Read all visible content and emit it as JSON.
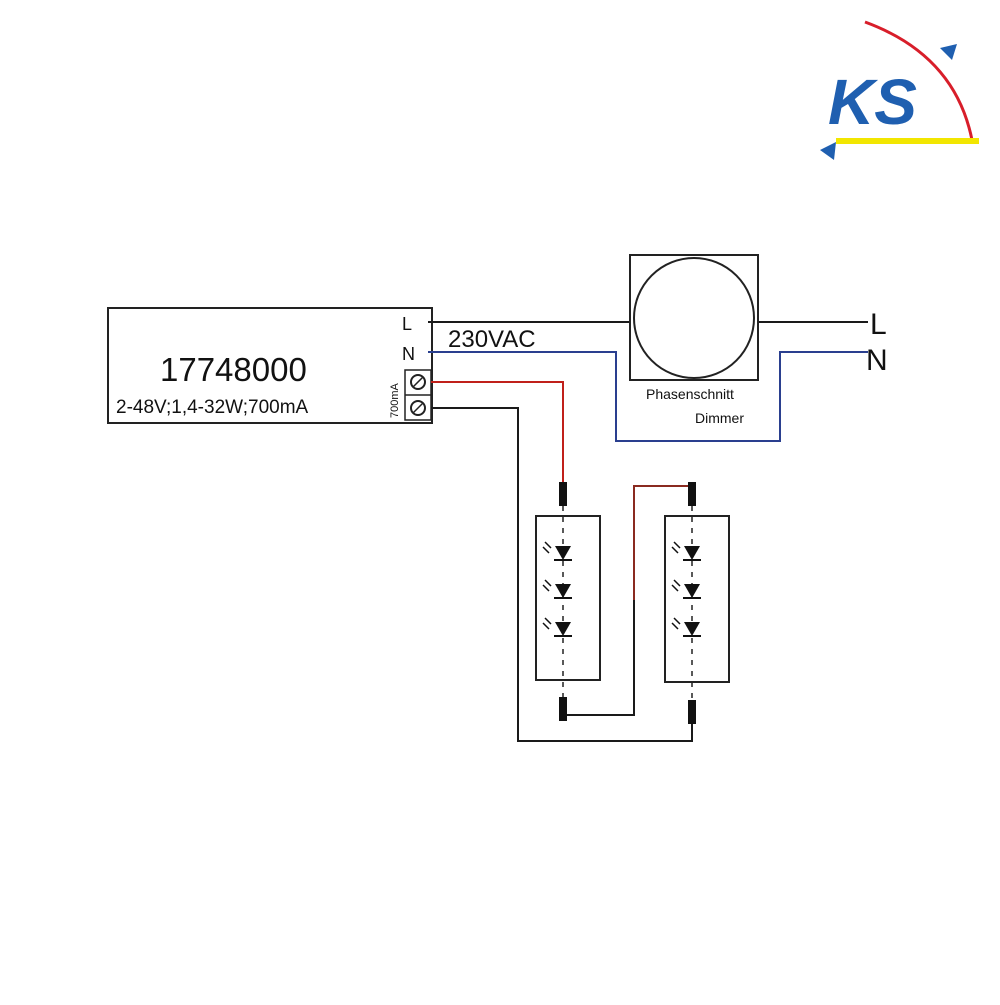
{
  "logo": {
    "text": "KS",
    "colors": {
      "blue": "#1f5fb0",
      "red": "#d81e2a",
      "yellow": "#f2e600"
    }
  },
  "driver": {
    "model": "17748000",
    "spec": "2-48V;1,4-32W;700mA",
    "terminal_l": "L",
    "terminal_n": "N",
    "output_label": "700mA"
  },
  "supply": {
    "voltage": "230VAC"
  },
  "dimmer": {
    "line1": "Phasenschnitt",
    "line2": "Dimmer"
  },
  "mains": {
    "l": "L",
    "n": "N"
  },
  "wire_colors": {
    "line": "#1a1a1a",
    "neutral": "#2a3f8f",
    "positive": "#c0201a",
    "negative": "#1a1a1a"
  },
  "led_modules": [
    {
      "leds": 3
    },
    {
      "leds": 3
    }
  ]
}
